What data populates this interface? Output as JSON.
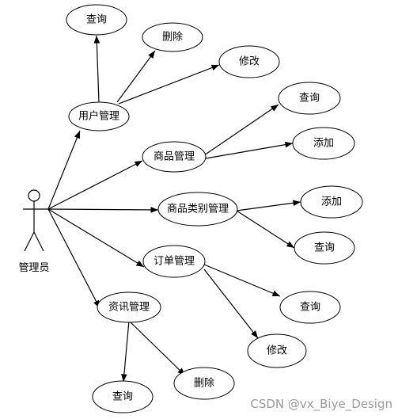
{
  "actor": {
    "label": "管理员"
  },
  "nodes": {
    "user_mgmt": "用户管理",
    "user_query": "查询",
    "user_delete": "删除",
    "user_modify": "修改",
    "product_mgmt": "商品管理",
    "product_query": "查询",
    "product_add": "添加",
    "category_mgmt": "商品类别管理",
    "category_add": "添加",
    "category_query": "查询",
    "order_mgmt": "订单管理",
    "order_query": "查询",
    "order_modify": "修改",
    "news_mgmt": "资讯管理",
    "news_query": "查询",
    "news_delete": "删除"
  },
  "watermark": "CSDN @vx_Biye_Design"
}
